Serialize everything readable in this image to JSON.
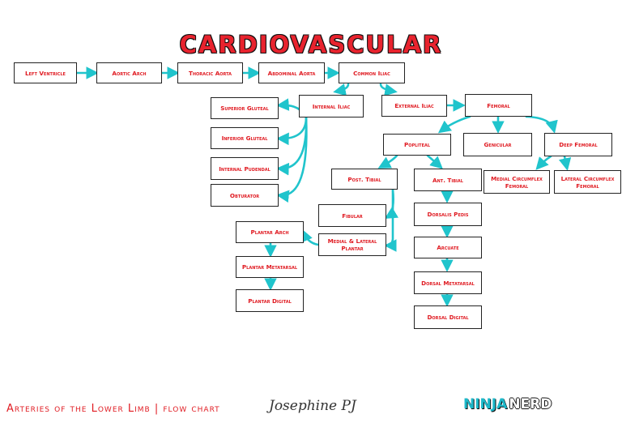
{
  "title": "CARDIOVASCULAR",
  "caption": "Arteries of the Lower Limb | flow chart",
  "signature": "Josephine PJ",
  "logo": {
    "part1": "NINJA",
    "part2": "NERD"
  },
  "colors": {
    "arrow": "#20c4cc",
    "node_text": "#e01b22",
    "title": "#e8232e"
  },
  "nodes": {
    "left_ventricle": "Left Ventricle",
    "aortic_arch": "Aortic Arch",
    "thoracic_aorta": "Thoracic Aorta",
    "abdominal_aorta": "Abdominal Aorta",
    "common_iliac": "Common Iliac",
    "internal_iliac": "Internal Iliac",
    "external_iliac": "External Iliac",
    "femoral": "Femoral",
    "superior_gluteal": "Superior Gluteal",
    "inferior_gluteal": "Inferior Gluteal",
    "internal_pudendal": "Internal Pudendal",
    "obturator": "Obturator",
    "popliteal": "Popliteal",
    "genicular": "Genicular",
    "deep_femoral": "Deep Femoral",
    "post_tibial": "Post. Tibial",
    "ant_tibial": "Ant. Tibial",
    "medial_circumflex_femoral": "Medial Circumflex Femoral",
    "lateral_circumflex_femoral": "Lateral Circumflex Femoral",
    "fibular": "Fibular",
    "dorsalis_pedis": "Dorsalis Pedis",
    "medial_lateral_plantar": "Medial & Lateral Plantar",
    "plantar_arch": "Plantar Arch",
    "arcuate": "Arcuate",
    "plantar_metatarsal": "Plantar Metatarsal",
    "dorsal_metatarsal": "Dorsal Metatarsal",
    "plantar_digital": "Plantar Digital",
    "dorsal_digital": "Dorsal Digital"
  },
  "edges": [
    [
      "left_ventricle",
      "aortic_arch"
    ],
    [
      "aortic_arch",
      "thoracic_aorta"
    ],
    [
      "thoracic_aorta",
      "abdominal_aorta"
    ],
    [
      "abdominal_aorta",
      "common_iliac"
    ],
    [
      "common_iliac",
      "internal_iliac"
    ],
    [
      "common_iliac",
      "external_iliac"
    ],
    [
      "external_iliac",
      "femoral"
    ],
    [
      "internal_iliac",
      "superior_gluteal"
    ],
    [
      "internal_iliac",
      "inferior_gluteal"
    ],
    [
      "internal_iliac",
      "internal_pudendal"
    ],
    [
      "internal_iliac",
      "obturator"
    ],
    [
      "femoral",
      "popliteal"
    ],
    [
      "femoral",
      "genicular"
    ],
    [
      "femoral",
      "deep_femoral"
    ],
    [
      "popliteal",
      "post_tibial"
    ],
    [
      "popliteal",
      "ant_tibial"
    ],
    [
      "deep_femoral",
      "medial_circumflex_femoral"
    ],
    [
      "deep_femoral",
      "lateral_circumflex_femoral"
    ],
    [
      "post_tibial",
      "fibular"
    ],
    [
      "post_tibial",
      "medial_lateral_plantar"
    ],
    [
      "ant_tibial",
      "dorsalis_pedis"
    ],
    [
      "dorsalis_pedis",
      "arcuate"
    ],
    [
      "arcuate",
      "dorsal_metatarsal"
    ],
    [
      "dorsal_metatarsal",
      "dorsal_digital"
    ],
    [
      "medial_lateral_plantar",
      "plantar_arch"
    ],
    [
      "plantar_arch",
      "plantar_metatarsal"
    ],
    [
      "plantar_metatarsal",
      "plantar_digital"
    ]
  ]
}
